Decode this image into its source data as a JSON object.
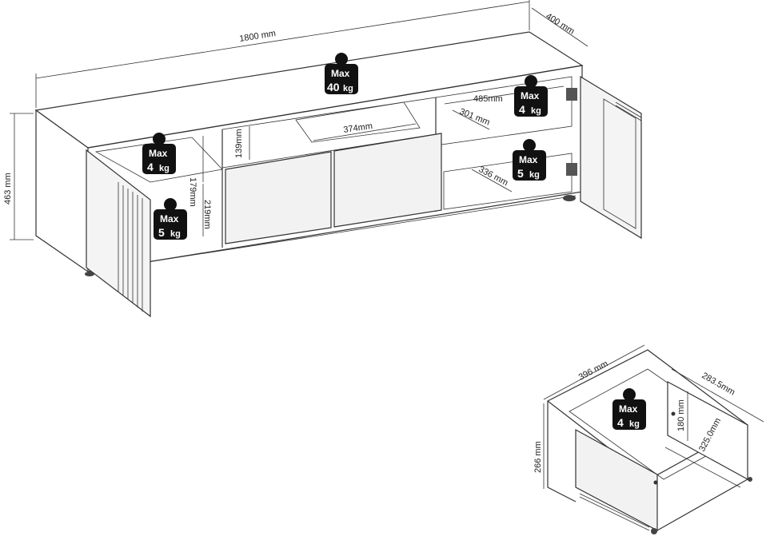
{
  "dimensions": {
    "width": "1800 mm",
    "depth": "400 mm",
    "height": "463 mm",
    "drawer_front_width": "374mm",
    "right_shelf_width": "485mm",
    "right_upper_depth": "301 mm",
    "right_lower_depth": "336 mm",
    "mid_open_height": "139mm",
    "left_upper_height": "179mm",
    "left_lower_height": "219mm",
    "drawer_width": "396 mm",
    "drawer_depth": "283.5mm",
    "drawer_height": "266 mm",
    "drawer_inner_height": "180 mm",
    "drawer_inner_length": "325.0mm"
  },
  "weights": {
    "top": {
      "max": "Max",
      "value": "40",
      "unit": "kg"
    },
    "left_upper": {
      "max": "Max",
      "value": "4",
      "unit": "kg"
    },
    "left_lower": {
      "max": "Max",
      "value": "5",
      "unit": "kg"
    },
    "right_upper": {
      "max": "Max",
      "value": "4",
      "unit": "kg"
    },
    "right_lower": {
      "max": "Max",
      "value": "5",
      "unit": "kg"
    },
    "drawer": {
      "max": "Max",
      "value": "4",
      "unit": "kg"
    }
  },
  "icons": {
    "weight": "weight-icon",
    "hinge": "hinge-icon"
  }
}
